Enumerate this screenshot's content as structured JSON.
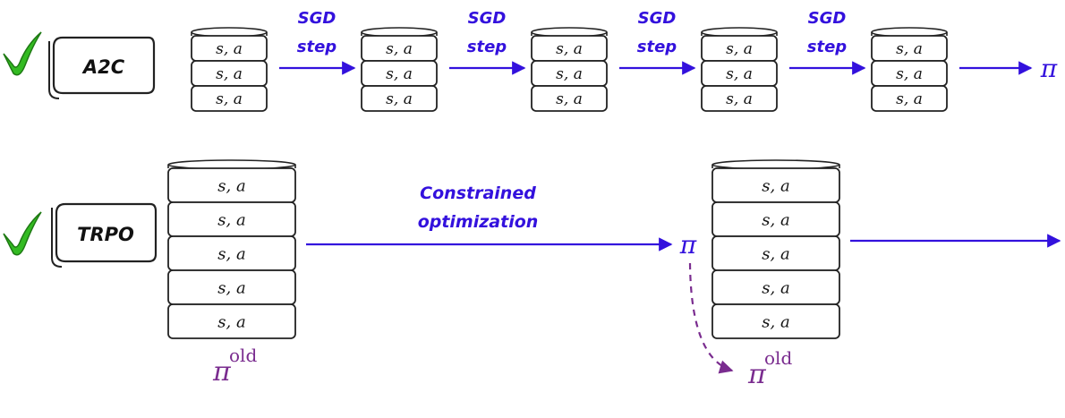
{
  "colors": {
    "arrow": "#3311dd",
    "stroke": "#222222",
    "check": "#33bb22",
    "check_dark": "#1f7a14",
    "purple": "#7a2c8f",
    "label_fill": "#ffffff"
  },
  "icons": {
    "check": "checkmark-icon"
  },
  "row_a2c": {
    "label": "A2C",
    "item_label": "s, a",
    "step_label_line1": "SGD",
    "step_label_line2": "step",
    "num_batches": 5,
    "items_per_batch": 3,
    "output": "π"
  },
  "row_trpo": {
    "label": "TRPO",
    "item_label": "s, a",
    "items_per_batch": 5,
    "opt_label_line1": "Constrained",
    "opt_label_line2": "optimization",
    "new_policy": "π",
    "old_policy": "π",
    "old_superscript": "old"
  }
}
